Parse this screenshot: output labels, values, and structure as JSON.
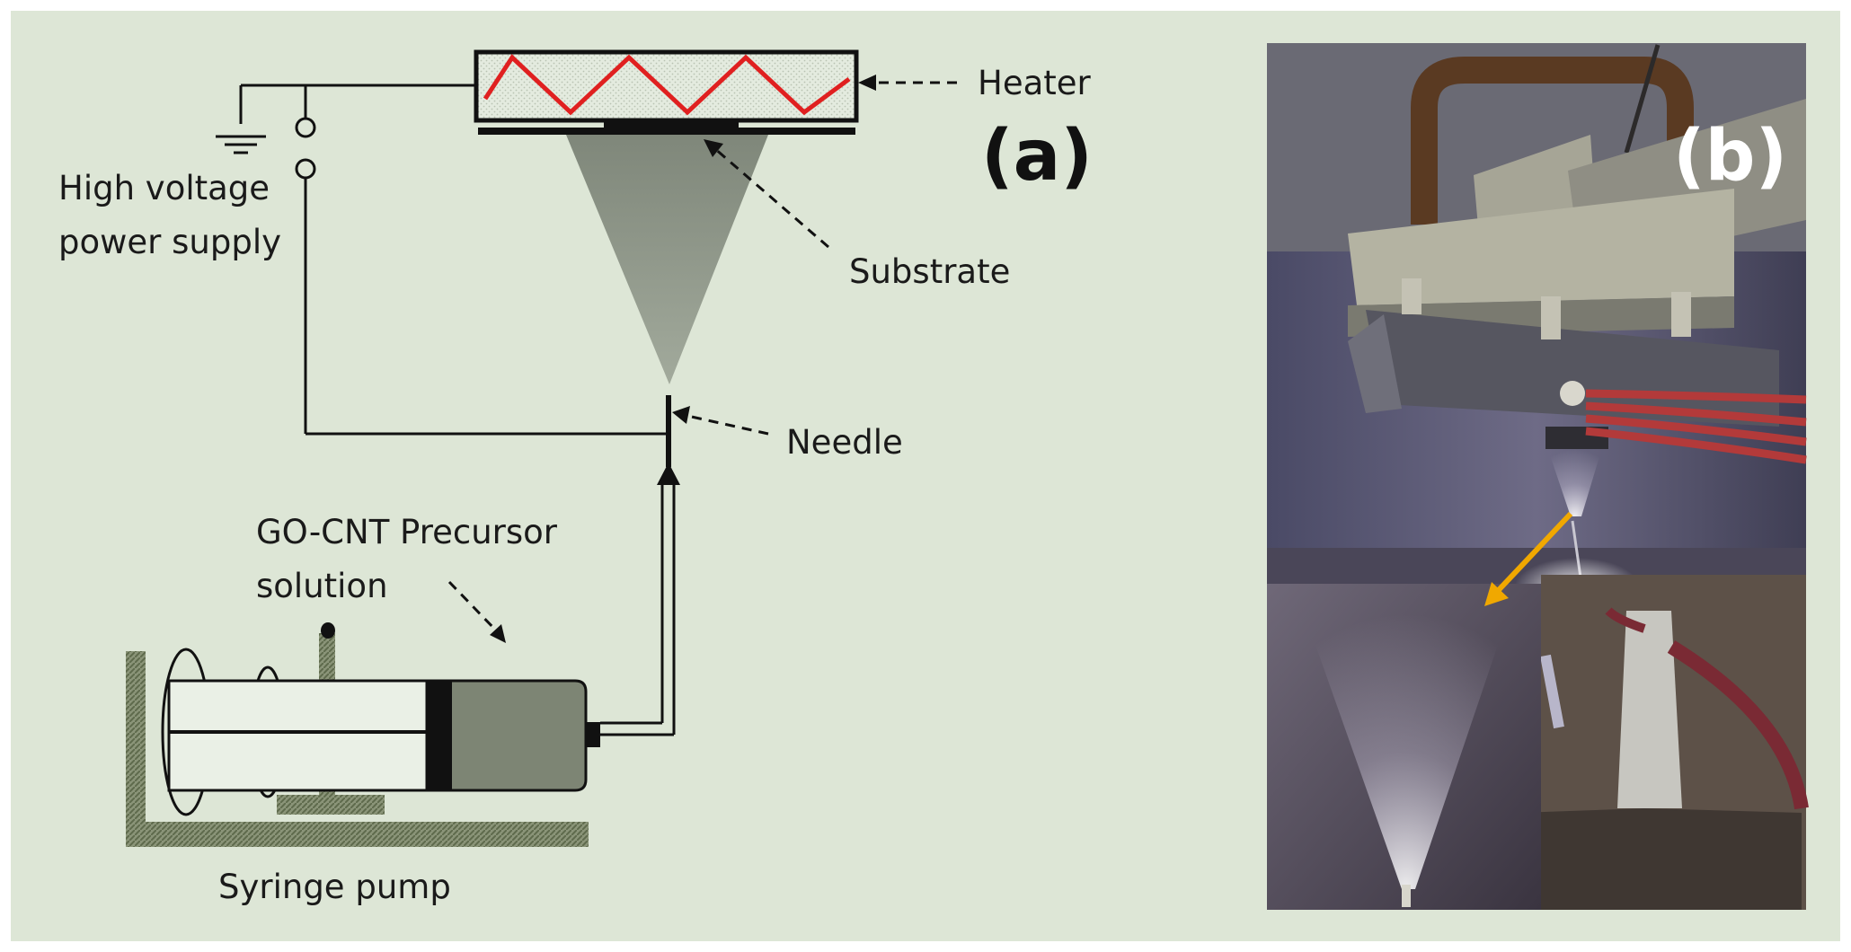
{
  "panel_a": {
    "tag": "(a)",
    "labels": {
      "heater": "Heater",
      "substrate": "Substrate",
      "needle": "Needle",
      "power_line1": "High voltage",
      "power_line2": "power supply",
      "precursor_line1": "GO-CNT Precursor",
      "precursor_line2": "solution",
      "pump": "Syringe pump"
    }
  },
  "panel_b": {
    "tag": "(b)"
  },
  "colors": {
    "background": "#dde6d6",
    "heater_coil": "#e02020",
    "spray_cone": "#8e968a",
    "syringe_liquid": "#7d8574",
    "photo_arrow": "#f0a800"
  }
}
